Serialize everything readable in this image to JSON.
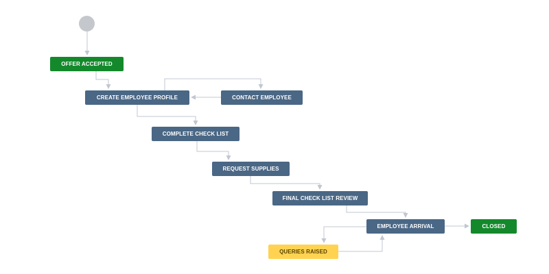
{
  "diagram": {
    "colors": {
      "done": "#14892c",
      "in_progress": "#4a6785",
      "pending": "#ffd351",
      "start": "#c4c7cb",
      "connector": "#c1c7d0"
    },
    "nodes": [
      {
        "id": "offer-accepted",
        "label": "OFFER ACCEPTED",
        "status": "done"
      },
      {
        "id": "create-employee-profile",
        "label": "CREATE EMPLOYEE PROFILE",
        "status": "in_progress"
      },
      {
        "id": "contact-employee",
        "label": "CONTACT EMPLOYEE",
        "status": "in_progress"
      },
      {
        "id": "complete-check-list",
        "label": "COMPLETE CHECK LIST",
        "status": "in_progress"
      },
      {
        "id": "request-supplies",
        "label": "REQUEST SUPPLIES",
        "status": "in_progress"
      },
      {
        "id": "final-check-list-review",
        "label": "FINAL CHECK LIST REVIEW",
        "status": "in_progress"
      },
      {
        "id": "employee-arrival",
        "label": "EMPLOYEE ARRIVAL",
        "status": "in_progress"
      },
      {
        "id": "closed",
        "label": "CLOSED",
        "status": "done"
      },
      {
        "id": "queries-raised",
        "label": "QUERIES RAISED",
        "status": "pending"
      }
    ],
    "transitions": [
      {
        "from": "start",
        "to": "offer-accepted"
      },
      {
        "from": "offer-accepted",
        "to": "create-employee-profile"
      },
      {
        "from": "create-employee-profile",
        "to": "contact-employee"
      },
      {
        "from": "contact-employee",
        "to": "create-employee-profile"
      },
      {
        "from": "create-employee-profile",
        "to": "complete-check-list"
      },
      {
        "from": "complete-check-list",
        "to": "request-supplies"
      },
      {
        "from": "request-supplies",
        "to": "final-check-list-review"
      },
      {
        "from": "final-check-list-review",
        "to": "employee-arrival"
      },
      {
        "from": "employee-arrival",
        "to": "closed"
      },
      {
        "from": "employee-arrival",
        "to": "queries-raised"
      },
      {
        "from": "queries-raised",
        "to": "employee-arrival"
      }
    ]
  }
}
